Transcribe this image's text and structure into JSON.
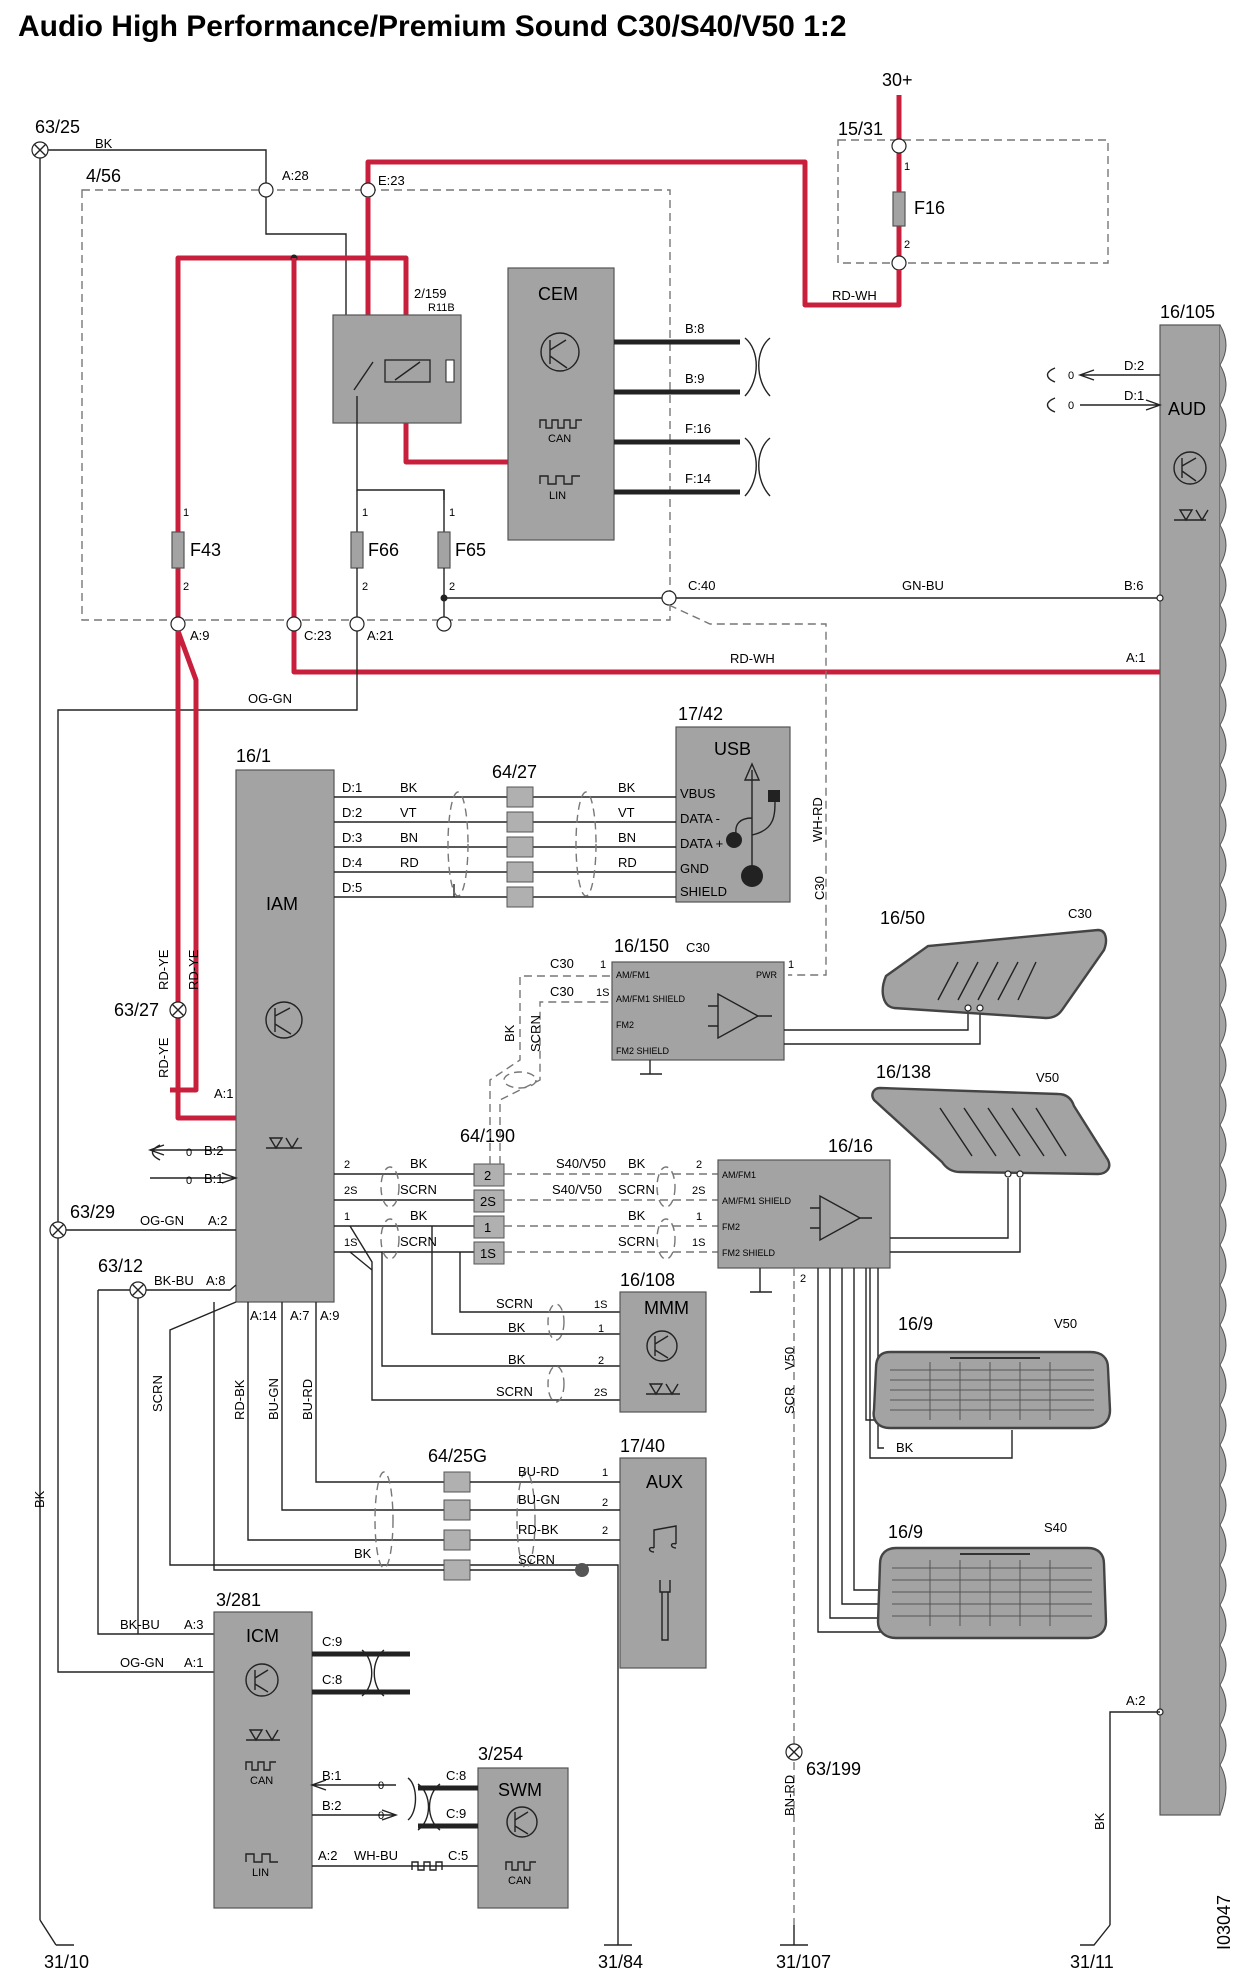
{
  "title": "Audio High Performance/Premium Sound C30/S40/V50 1:2",
  "drawing_id": "I03047",
  "supply": {
    "label": "30+"
  },
  "grounds": [
    {
      "id": "gnd-31-10",
      "label": "31/10"
    },
    {
      "id": "gnd-31-84",
      "label": "31/84"
    },
    {
      "id": "gnd-31-107",
      "label": "31/107"
    },
    {
      "id": "gnd-31-11",
      "label": "31/11"
    }
  ],
  "splices": [
    {
      "id": "splice-63-25",
      "label": "63/25"
    },
    {
      "id": "splice-63-27",
      "label": "63/27"
    },
    {
      "id": "splice-63-29",
      "label": "63/29"
    },
    {
      "id": "splice-63-12",
      "label": "63/12"
    },
    {
      "id": "splice-63-199",
      "label": "63/199"
    }
  ],
  "components": {
    "fusebox_4_56": {
      "ref": "4/56"
    },
    "fusebox_15_31": {
      "ref": "15/31",
      "fuse": "F16"
    },
    "relay": {
      "ref": "2/159",
      "name": "R11B"
    },
    "cem": {
      "name": "CEM",
      "can": "CAN",
      "lin": "LIN"
    },
    "fuses": {
      "f43": "F43",
      "f66": "F66",
      "f65": "F65"
    },
    "aud": {
      "ref": "16/105",
      "name": "AUD"
    },
    "usb": {
      "ref": "17/42",
      "name": "USB",
      "pins": [
        "VBUS",
        "DATA -",
        "DATA +",
        "GND",
        "SHIELD"
      ]
    },
    "iam": {
      "ref": "16/1",
      "name": "IAM"
    },
    "conn_64_27": {
      "ref": "64/27"
    },
    "conn_64_190": {
      "ref": "64/190"
    },
    "conn_64_25g": {
      "ref": "64/25G"
    },
    "amp_16_150": {
      "ref": "16/150",
      "variant": "C30",
      "pins": [
        "AM/FM1",
        "AM/FM1 SHIELD",
        "FM2",
        "FM2 SHIELD",
        "PWR"
      ]
    },
    "amp_16_16": {
      "ref": "16/16",
      "pins": [
        "AM/FM1",
        "AM/FM1 SHIELD",
        "FM2",
        "FM2 SHIELD"
      ]
    },
    "ant_16_50": {
      "ref": "16/50",
      "variant": "C30"
    },
    "ant_16_138": {
      "ref": "16/138",
      "variant": "V50"
    },
    "win_16_9_v50": {
      "ref": "16/9",
      "variant": "V50"
    },
    "win_16_9_s40": {
      "ref": "16/9",
      "variant": "S40"
    },
    "mmm": {
      "ref": "16/108",
      "name": "MMM"
    },
    "aux": {
      "ref": "17/40",
      "name": "AUX"
    },
    "icm": {
      "ref": "3/281",
      "name": "ICM",
      "can": "CAN",
      "lin": "LIN"
    },
    "swm": {
      "ref": "3/254",
      "name": "SWM",
      "can": "CAN"
    }
  },
  "pins": {
    "a28": "A:28",
    "e23": "E:23",
    "a9": "A:9",
    "c23": "C:23",
    "a21": "A:21",
    "c40": "C:40",
    "b8": "B:8",
    "b9": "B:9",
    "f16": "F:16",
    "f14": "F:14",
    "d2": "D:2",
    "d1": "D:1",
    "b6": "B:6",
    "aud_a1": "A:1",
    "aud_a2": "A:2",
    "iam_d1": "D:1",
    "iam_d2": "D:2",
    "iam_d3": "D:3",
    "iam_d4": "D:4",
    "iam_d5": "D:5",
    "iam_a1": "A:1",
    "iam_b2": "B:2",
    "iam_b1": "B:1",
    "iam_a2": "A:2",
    "iam_a8": "A:8",
    "iam_a14": "A:14",
    "iam_a7": "A:7",
    "iam_a9": "A:9",
    "icm_a3": "A:3",
    "icm_a1": "A:1",
    "icm_c9": "C:9",
    "icm_c8": "C:8",
    "icm_b1": "B:1",
    "icm_b2": "B:2",
    "icm_a2": "A:2",
    "swm_c8": "C:8",
    "swm_c9": "C:9",
    "swm_c5": "C:5"
  },
  "wire_labels": {
    "bk": "BK",
    "rd_wh": "RD-WH",
    "gn_bu": "GN-BU",
    "og_gn": "OG-GN",
    "rd_ye": "RD-YE",
    "vt": "VT",
    "bn": "BN",
    "rd": "RD",
    "wh_rd": "WH-RD",
    "scrn": "SCRN",
    "bk_bu": "BK-BU",
    "rd_bk": "RD-BK",
    "bu_gn": "BU-GN",
    "bu_rd": "BU-RD",
    "scr": "SCR",
    "bn_rd": "BN-RD",
    "wh_bu": "WH-BU",
    "c30": "C30",
    "v50": "V50",
    "s40v50": "S40/V50"
  },
  "misc": {
    "zero": "0",
    "one": "1",
    "two": "2",
    "one_s": "1S",
    "two_s": "2S"
  }
}
